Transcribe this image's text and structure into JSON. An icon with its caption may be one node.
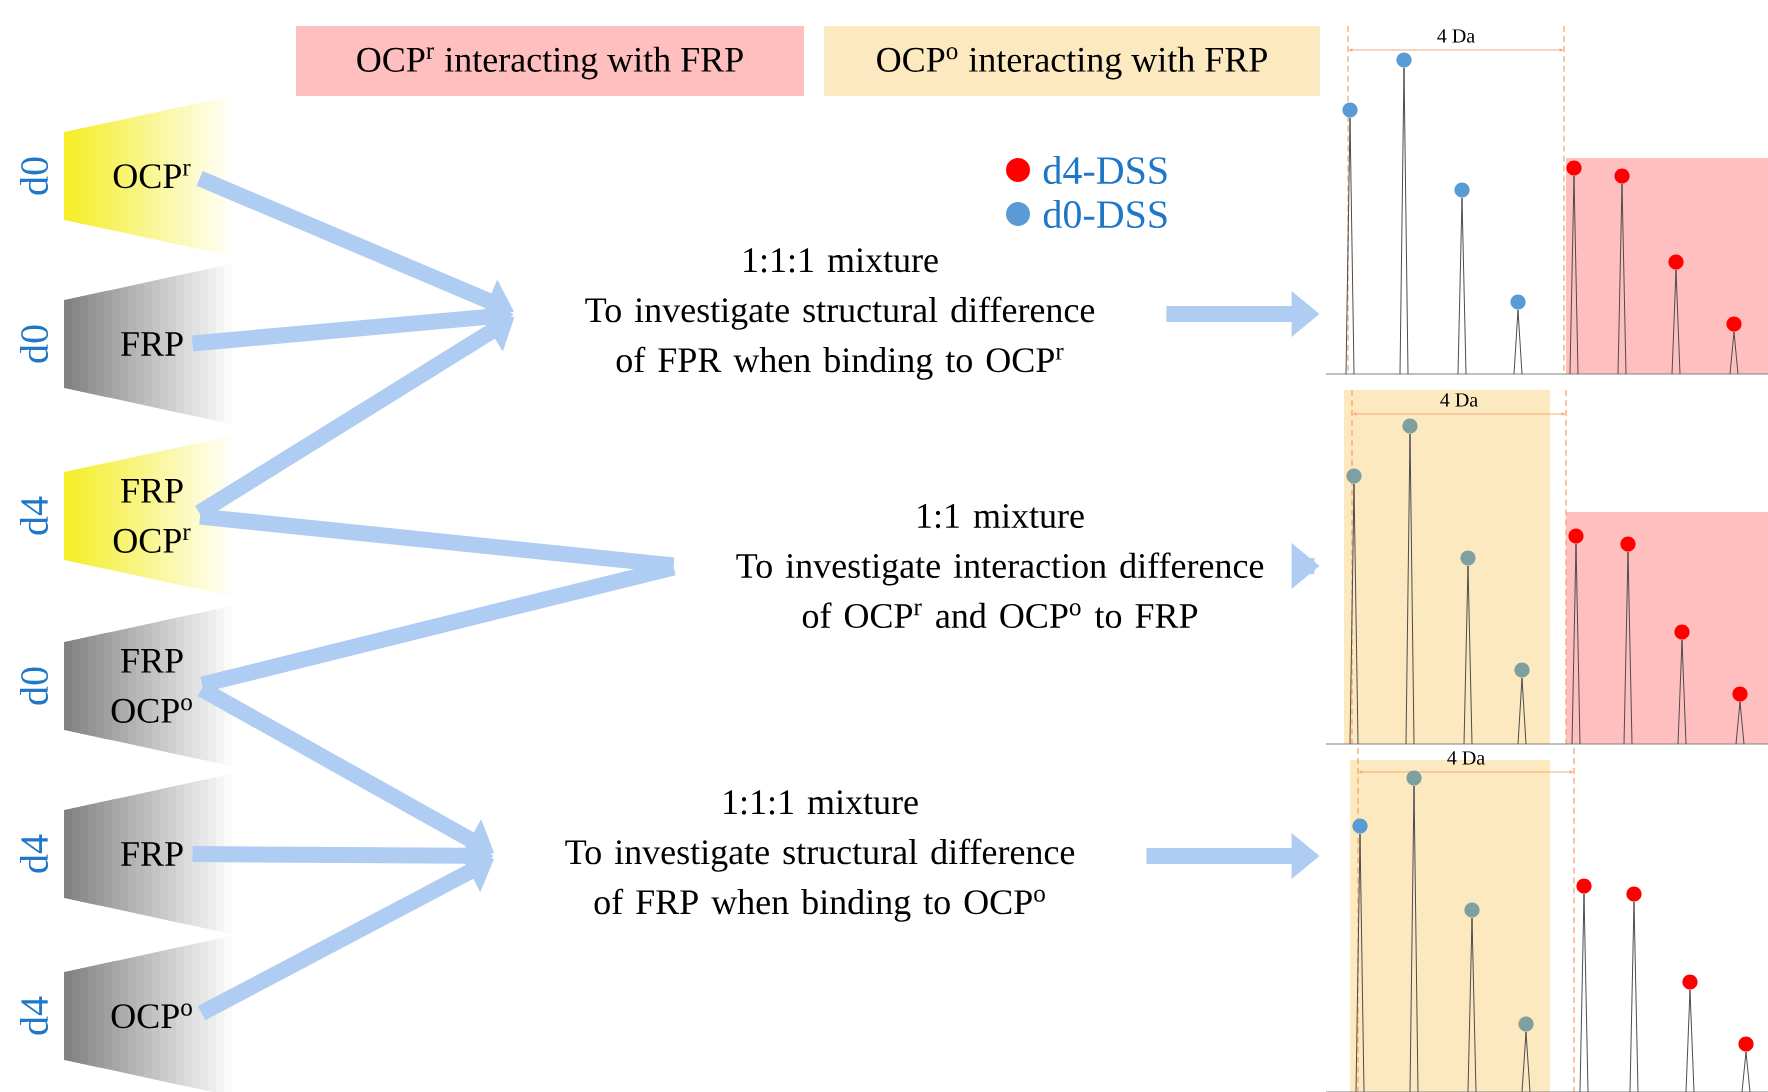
{
  "diagram": {
    "nodes": [
      {
        "text": [
          "OCP$^{r}$"
        ],
        "beside": [
          "d0"
        ]
      },
      {
        "text": [
          "FRP"
        ],
        "beside": [
          "d0"
        ]
      },
      {
        "text": [
          "FRP",
          "OCP$^{r}$"
        ],
        "beside": [
          "d4"
        ]
      },
      {
        "text": [
          "FRP",
          "OCP$^{o}$"
        ],
        "beside": [
          "d0"
        ]
      },
      {
        "text": [
          "FRP"
        ],
        "beside": [
          "d4"
        ]
      },
      {
        "text": [
          "OCP$^{o}$"
        ],
        "beside": [
          "d4"
        ]
      },
      {
        "text": [
          "1:1:1 mixture",
          "To investigate structural difference of FPR when binding to OCP$^{r}$"
        ]
      },
      {
        "text": [
          "1:1 mixture",
          "To investigate interaction difference of OCP$^{r}$ and OCP$^{o}$ to FRP"
        ]
      },
      {
        "text": [
          "1:1:1 mixture",
          "To investigate structural difference of FRP when binding to OCP$^{o}$"
        ]
      },
      {
        "text": [],
        "shape": "picture"
      },
      {
        "text": [],
        "shape": "picture"
      },
      {
        "text": [],
        "shape": "picture"
      }
    ],
    "edges": [
      {
        "from": 0,
        "to": 6,
        "arrow": "to"
      },
      {
        "from": 1,
        "to": 6,
        "arrow": "to"
      },
      {
        "from": 2,
        "to": 6,
        "arrow": "to"
      },
      {
        "from": 2,
        "to": 7,
        "arrow": "none"
      },
      {
        "from": 3,
        "to": 7,
        "arrow": "none"
      },
      {
        "from": 3,
        "to": 8,
        "arrow": "to"
      },
      {
        "from": 4,
        "to": 8,
        "arrow": "to"
      },
      {
        "from": 5,
        "to": 8,
        "arrow": "to"
      },
      {
        "from": 6,
        "to": 9,
        "arrow": "to"
      },
      {
        "from": 7,
        "to": 10,
        "arrow": "to"
      },
      {
        "from": 8,
        "to": 11,
        "arrow": "to"
      }
    ],
    "labels": [
      "4 Da",
      "4 Da",
      "4 Da"
    ],
    "legend": [
      {
        "text": "OCP$^{r}$ interacting with FRP",
        "color": "#ffbfbf"
      },
      {
        "text": "OCP$^{o}$ interacting with FRP",
        "color": "#fde9c0"
      },
      {
        "text": "d4-DSS",
        "color": "#ff0000"
      },
      {
        "text": "d0-DSS",
        "color": "#5b9bd5"
      }
    ]
  }
}
